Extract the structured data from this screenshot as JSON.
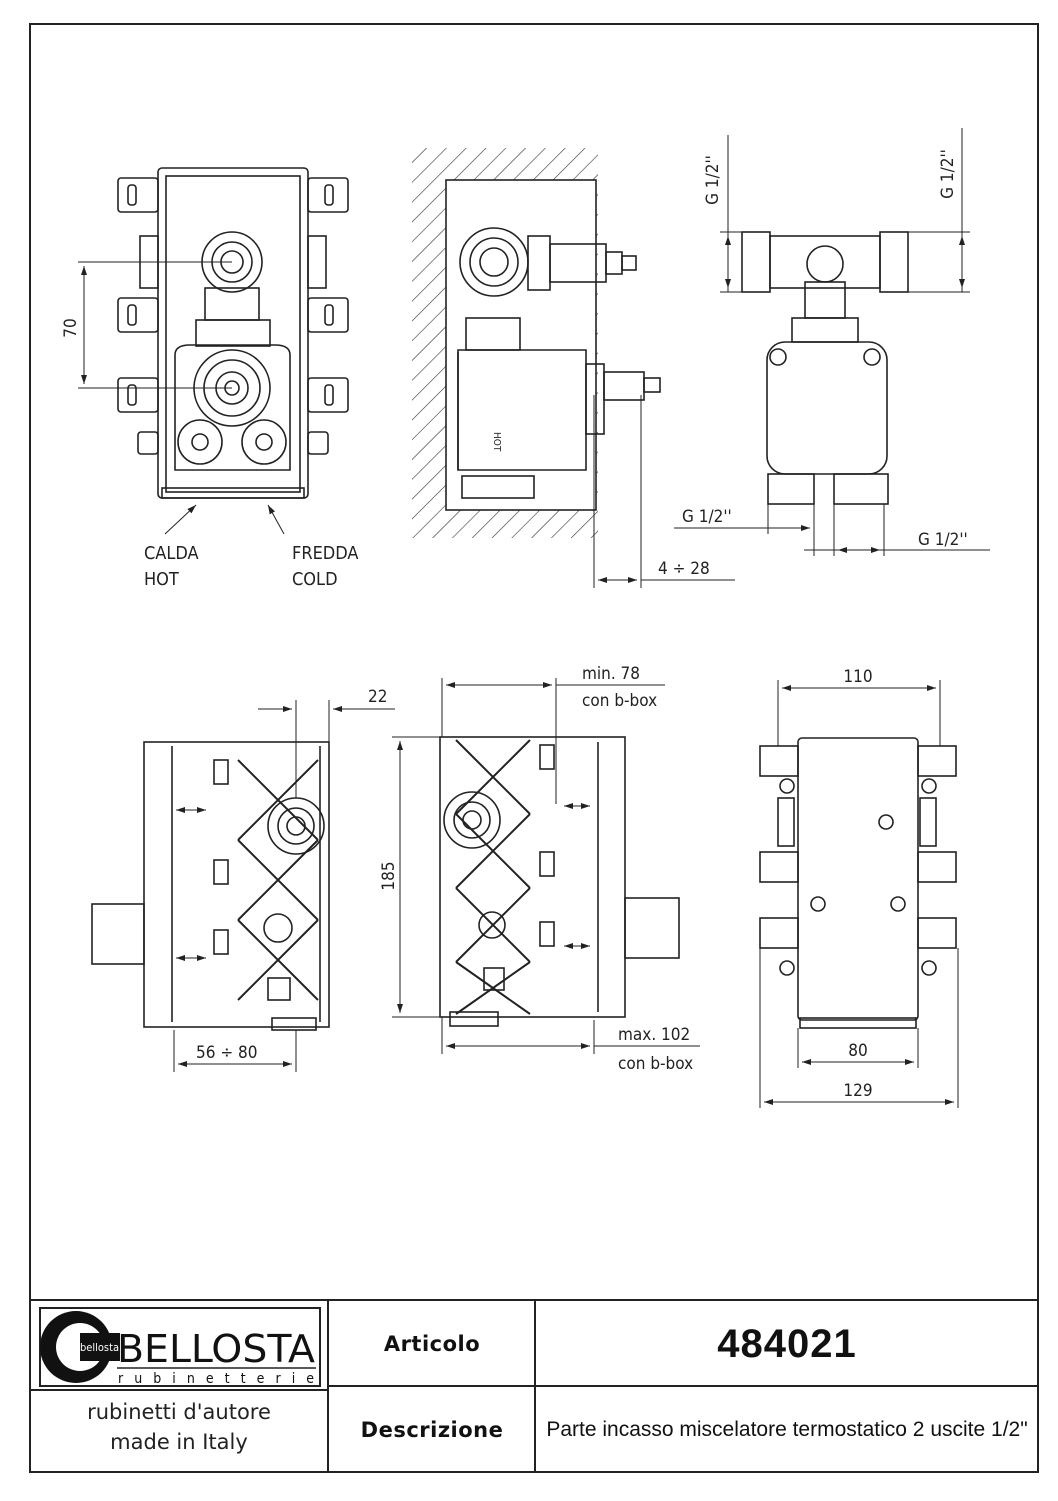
{
  "views": {
    "front": {
      "dim_height": "70",
      "label_hot": [
        "CALDA",
        "HOT"
      ],
      "label_cold": [
        "FREDDA",
        "COLD"
      ]
    },
    "side_wall": {
      "dim_depth": "4 ÷ 28"
    },
    "connections": {
      "top_left": "G 1/2''",
      "top_right": "G 1/2''",
      "bottom_left": "G 1/2''",
      "bottom_right": "G 1/2''"
    },
    "box_left": {
      "dim_top": "22",
      "dim_bottom": "56 ÷ 80"
    },
    "box_mid": {
      "dim_height": "185",
      "dim_min": [
        "min. 78",
        "con b-box"
      ],
      "dim_max": [
        "max. 102",
        "con b-box"
      ]
    },
    "box_back": {
      "dim_top": "110",
      "dim_inner": "80",
      "dim_total": "129"
    }
  },
  "title_block": {
    "brand": "BELLOSTA",
    "brand_sub": "rubinetterie",
    "brand_small": "bellosta",
    "tagline_1": "rubinetti d'autore",
    "tagline_2": "made in Italy",
    "articolo_label": "Articolo",
    "articolo_value": "484021",
    "descrizione_label": "Descrizione",
    "descrizione_value": "Parte incasso miscelatore termostatico 2 uscite 1/2\""
  }
}
